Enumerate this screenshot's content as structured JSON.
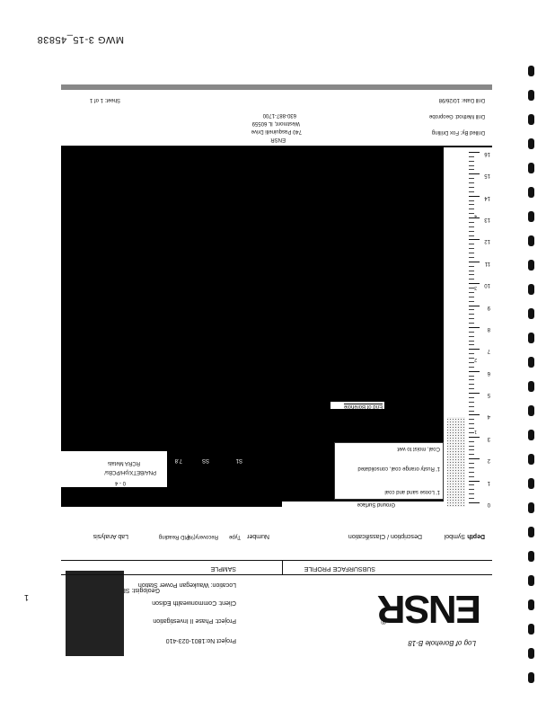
{
  "header": {
    "doc_id": "MWG 3-15_45838",
    "log_title": "Log of Borehole B-18",
    "page_mark": "1"
  },
  "logo": {
    "text": "ENSR",
    "reg_mark": "®"
  },
  "project_info": {
    "project_no": "Project No:1801-023-410",
    "project": "Project: Phase II Investigation",
    "client": "Client: Commonwealth Edison",
    "location": "Location: Waukegan Power Station",
    "geologist": "Geologist: SB"
  },
  "columns": {
    "section_subsurface": "SUBSURFACE PROFILE",
    "section_sample": "SAMPLE",
    "depth": "Depth",
    "symbol": "Symbol",
    "description": "Description / Classification",
    "number": "Number",
    "type": "Type",
    "recovery": "Recovery(%)",
    "pid": "PID Reading",
    "lab": "Lab Analysis"
  },
  "profile": {
    "ground_surface": "Ground Surface",
    "layer1": "1' Loose sand and coal",
    "layer2_a": "1' Rusty orange coal, consolidated",
    "layer2_b": "Coal, moist to wet",
    "end": "End of Borehole"
  },
  "sample": {
    "number": "S1",
    "type": "SS",
    "pid": "7.8",
    "interval": "0 - 4",
    "lab_a": "PNA/BETX/pH/PCBs/",
    "lab_b": "RCRA Metals"
  },
  "depth_axis": {
    "min": 0,
    "max": 16,
    "ticks": [
      "0",
      "1",
      "2",
      "3",
      "4",
      "5",
      "6",
      "7",
      "8",
      "9",
      "10",
      "11",
      "12",
      "13",
      "14",
      "15",
      "16"
    ],
    "unit_marks": [
      "ft",
      "m"
    ],
    "meter_ticks": [
      "1",
      "2",
      "3",
      "4"
    ]
  },
  "footer": {
    "drilled_by": "Drilled By: Fox Drilling",
    "drill_method": "Drill Method: Geoprobe",
    "drill_date": "Drill Date: 10/26/98",
    "company": "ENSR",
    "address1": "740 Pasquinelli Drive",
    "address2": "Westmont, IL 60559",
    "phone": "630-887-1700",
    "sheet": "Sheet: 1 of 1"
  }
}
